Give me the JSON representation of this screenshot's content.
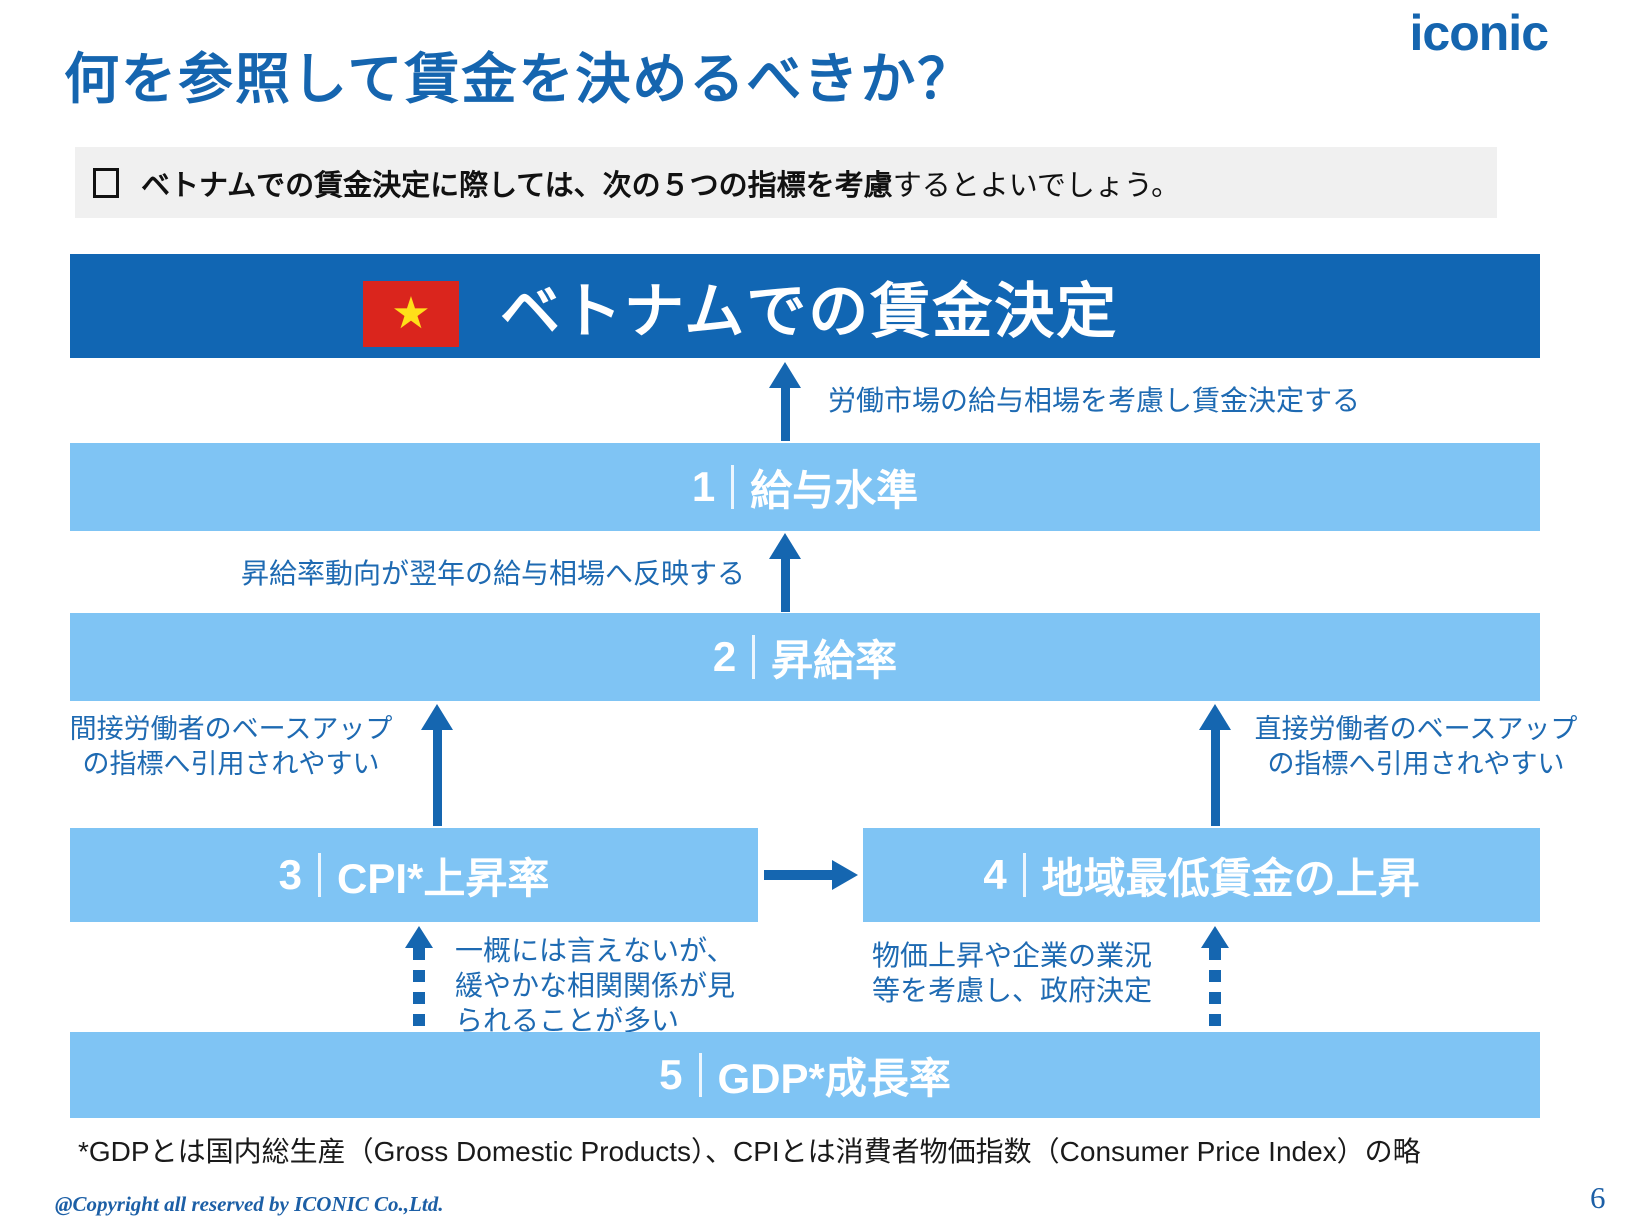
{
  "colors": {
    "title_blue": "#1565af",
    "banner_blue": "#1166b3",
    "bar_blue": "#7fc4f4",
    "note_blue": "#1e6ab2",
    "arrow_blue": "#1566b0",
    "lead_bg_gray": "#f0f0f0",
    "flag_red": "#da251d",
    "flag_star_yellow": "#ffe019"
  },
  "header": {
    "title": "何を参照して賃金を決めるべきか？",
    "logo": "iconic"
  },
  "lead": {
    "bullet_icon": "square-outline",
    "bold_text": "ベトナムでの賃金決定に際しては、次の５つの指標を考慮",
    "normal_text": "するとよいでしょう。"
  },
  "banner": {
    "flag_icon": "vietnam-flag",
    "star": "★",
    "label": "ベトナムでの賃金決定"
  },
  "bars": [
    {
      "number": "1",
      "divider": "｜",
      "label": "給与水準"
    },
    {
      "number": "2",
      "divider": "｜",
      "label": "昇給率"
    },
    {
      "number": "3",
      "divider": "｜",
      "label": "CPI*上昇率"
    },
    {
      "number": "4",
      "divider": "｜",
      "label": "地域最低賃金の上昇"
    },
    {
      "number": "5",
      "divider": "｜",
      "label": "GDP*成長率"
    }
  ],
  "annotations": {
    "to_banner": "労働市場の給与相場を考慮し賃金決定する",
    "to_bar1": "昇給率動向が翌年の給与相場へ反映する",
    "left_to_bar2": "間接労働者のベースアップ\nの指標へ引用されやすい",
    "right_to_bar2": "直接労働者のベースアップ\nの指標へ引用されやすい",
    "gdp_to_cpi": "一概には言えないが、\n緩やかな相関関係が見\nられることが多い",
    "gdp_to_minwage": "物価上昇や企業の業況\n等を考慮し、政府決定"
  },
  "footer": {
    "footnote": "*GDPとは国内総生産（Gross Domestic Products）、CPIとは消費者物価指数（Consumer Price Index）の略",
    "copyright": "@Copyright all reserved by ICONIC Co.,Ltd.",
    "page_number": "6"
  }
}
